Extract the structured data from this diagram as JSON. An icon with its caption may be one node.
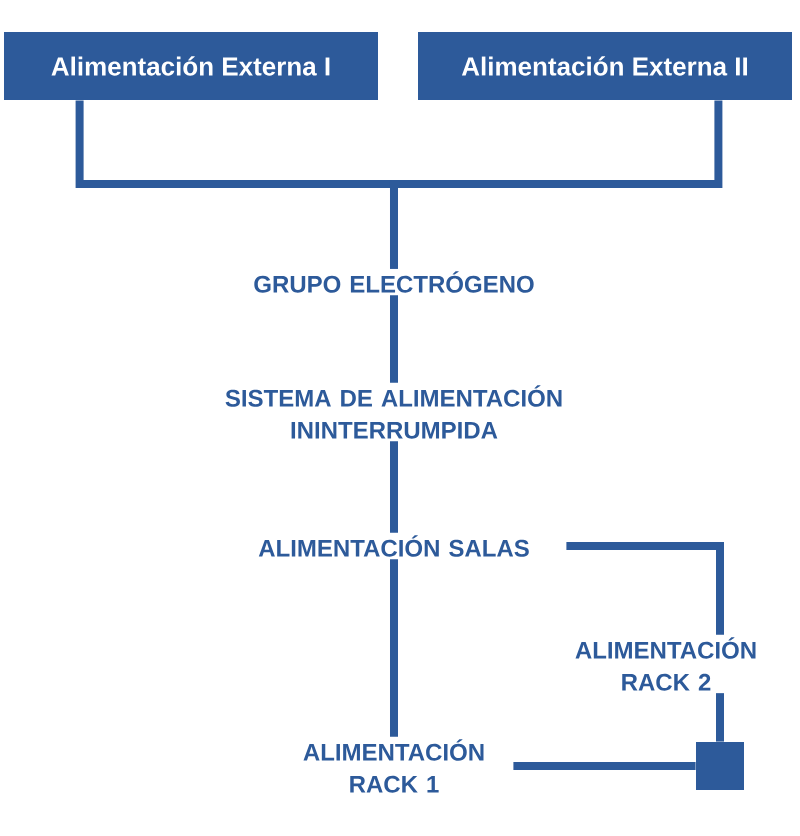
{
  "diagram": {
    "nodes": [
      {
        "text": [
          "Alimentación Externa I"
        ]
      },
      {
        "text": [
          "Alimentación Externa II"
        ]
      },
      {
        "text": [
          "GRUPO ELECTRÓGENO"
        ]
      },
      {
        "text": [
          "SISTEMA DE ALIMENTACIÓN ININTERRUMPIDA"
        ]
      },
      {
        "text": [
          "ALIMENTACIÓN SALAS"
        ]
      },
      {
        "text": [
          "ALIMENTACIÓN RACK 2"
        ]
      },
      {
        "text": [
          "ALIMENTACIÓN RACK 1"
        ]
      },
      {
        "text": [],
        "shape": "box"
      }
    ],
    "edges": [
      {
        "from": 0,
        "to": 2,
        "arrow": "none"
      },
      {
        "from": 1,
        "to": 2,
        "arrow": "none"
      },
      {
        "from": 2,
        "to": 3,
        "arrow": "none"
      },
      {
        "from": 3,
        "to": 4,
        "arrow": "none"
      },
      {
        "from": 4,
        "to": 6,
        "arrow": "none"
      },
      {
        "from": 4,
        "to": 5,
        "arrow": "none"
      },
      {
        "from": 5,
        "to": 7,
        "arrow": "none"
      },
      {
        "from": 6,
        "to": 7,
        "arrow": "none"
      }
    ]
  }
}
